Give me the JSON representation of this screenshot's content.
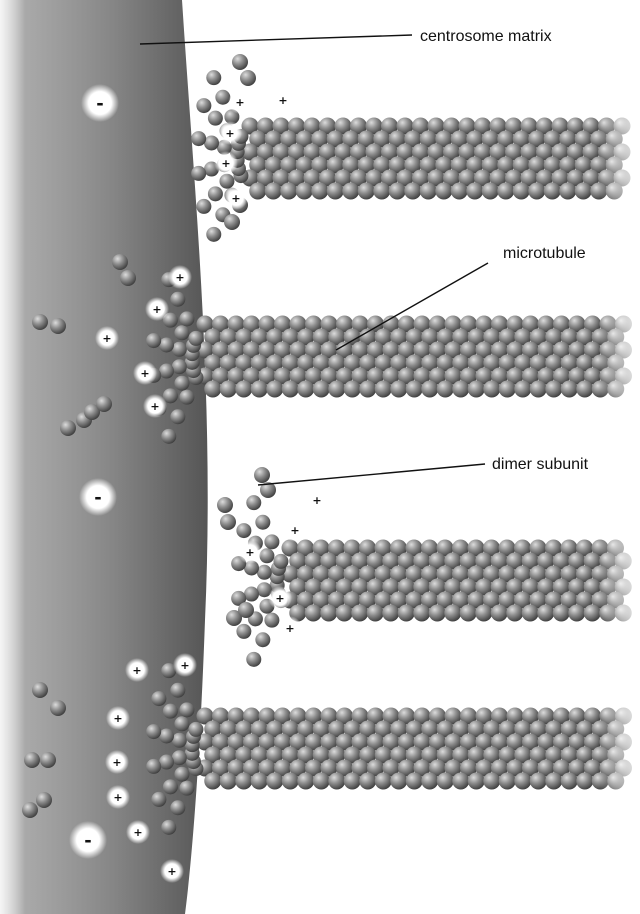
{
  "labels": {
    "centrosome_matrix": "centrosome matrix",
    "microtubule": "microtubule",
    "dimer_subunit": "dimer subunit"
  },
  "symbols": {
    "minus": "-",
    "plus": "+"
  },
  "colors": {
    "matrix_dark": "#5e5e5e",
    "matrix_mid": "#8a8a8a",
    "matrix_light": "#c4c4c4",
    "subunit": "#8c8c8c",
    "subunit_shadow": "#3f3f3f",
    "leader_line": "#111111"
  }
}
